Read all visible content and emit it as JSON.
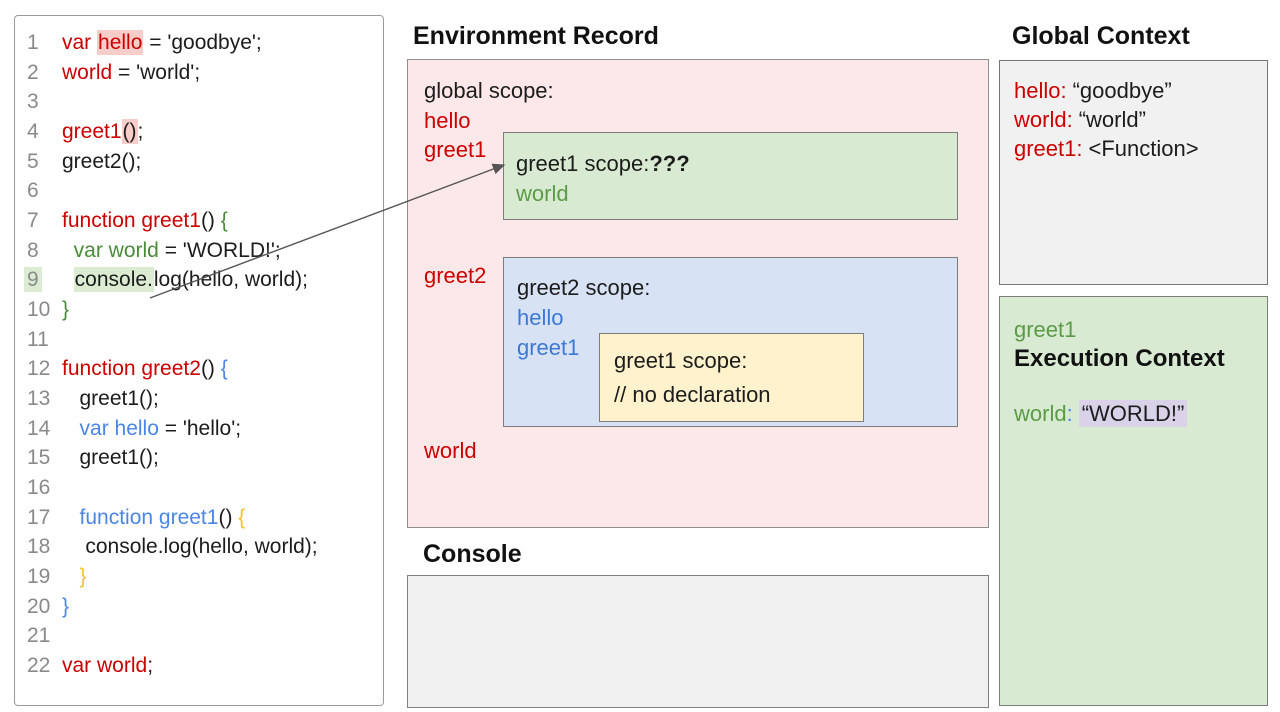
{
  "colors": {
    "red": "#cc0000",
    "code_green": "#4a8b3a",
    "code_blue": "#4a86e8",
    "brace_orange": "#f1c232",
    "box_green_name": "#5b9b46",
    "box_blue_name": "#3c78d8",
    "pink_panel_bg": "#fce8e8",
    "green_scope_bg": "#d9ead3",
    "blue_scope_bg": "#d7e3f4",
    "yellow_scope_bg": "#fff2cc",
    "gray_panel_bg": "#f1f1f1",
    "pink_highlight": "#f7cdc9",
    "green_highlight": "#dcecd3",
    "lavender_highlight": "#d9d2e9"
  },
  "code_panel": {
    "lines": [
      {
        "num": "1",
        "segs": [
          {
            "t": "var ",
            "c": "red"
          },
          {
            "t": "hello",
            "c": "red",
            "bg": "pink"
          },
          {
            "t": " = 'goodbye';"
          }
        ]
      },
      {
        "num": "2",
        "segs": [
          {
            "t": "world",
            "c": "red"
          },
          {
            "t": " = 'world';"
          }
        ]
      },
      {
        "num": "3",
        "segs": []
      },
      {
        "num": "4",
        "segs": [
          {
            "t": "greet1",
            "c": "red"
          },
          {
            "t": "()",
            "bg": "pink"
          },
          {
            "t": ";"
          }
        ]
      },
      {
        "num": "5",
        "segs": [
          {
            "t": "greet2();"
          }
        ]
      },
      {
        "num": "6",
        "segs": []
      },
      {
        "num": "7",
        "segs": [
          {
            "t": "function greet1",
            "c": "red"
          },
          {
            "t": "() "
          },
          {
            "t": "{",
            "c": "cgreen"
          }
        ]
      },
      {
        "num": "8",
        "segs": [
          {
            "t": "  "
          },
          {
            "t": "var world",
            "c": "cgreen"
          },
          {
            "t": " = 'WORLD!';"
          }
        ]
      },
      {
        "num": "9",
        "numBg": "green",
        "segs": [
          {
            "t": "  "
          },
          {
            "t": "console.",
            "bg": "green"
          },
          {
            "t": "log(hello, world);"
          }
        ]
      },
      {
        "num": "10",
        "segs": [
          {
            "t": "}",
            "c": "cgreen"
          }
        ]
      },
      {
        "num": "11",
        "segs": []
      },
      {
        "num": "12",
        "segs": [
          {
            "t": "function greet2",
            "c": "red"
          },
          {
            "t": "() "
          },
          {
            "t": "{",
            "c": "cblue"
          }
        ]
      },
      {
        "num": "13",
        "segs": [
          {
            "t": "   greet1();"
          }
        ]
      },
      {
        "num": "14",
        "segs": [
          {
            "t": "   "
          },
          {
            "t": "var hello",
            "c": "cblue"
          },
          {
            "t": " = 'hello';"
          }
        ]
      },
      {
        "num": "15",
        "segs": [
          {
            "t": "   greet1();"
          }
        ]
      },
      {
        "num": "16",
        "segs": []
      },
      {
        "num": "17",
        "segs": [
          {
            "t": "   "
          },
          {
            "t": "function greet1",
            "c": "cblue"
          },
          {
            "t": "() "
          },
          {
            "t": "{",
            "c": "orange"
          }
        ]
      },
      {
        "num": "18",
        "segs": [
          {
            "t": "    console.log(hello, world);"
          }
        ]
      },
      {
        "num": "19",
        "segs": [
          {
            "t": "   "
          },
          {
            "t": "}",
            "c": "orange"
          }
        ]
      },
      {
        "num": "20",
        "segs": [
          {
            "t": "}",
            "c": "cblue"
          }
        ]
      },
      {
        "num": "21",
        "segs": []
      },
      {
        "num": "22",
        "segs": [
          {
            "t": "var world",
            "c": "red"
          },
          {
            "t": ";"
          }
        ]
      }
    ]
  },
  "environment_record": {
    "title": "Environment Record",
    "global_scope_label": "global scope:",
    "hello": "hello",
    "greet1": "greet1",
    "greet2": "greet2",
    "world": "world",
    "greet1_scope": {
      "title": "greet1 scope:",
      "question": "???",
      "world": "world"
    },
    "greet2_scope": {
      "title": "greet2 scope:",
      "hello": "hello",
      "greet1": "greet1",
      "inner_greet1_scope": {
        "title": "greet1 scope:",
        "comment": "// no declaration"
      }
    }
  },
  "console_section": {
    "title": "Console"
  },
  "global_context": {
    "title": "Global Context",
    "entries": [
      {
        "name": "hello:",
        "value": "“goodbye”"
      },
      {
        "name": "world:",
        "value": "“world”"
      },
      {
        "name": "greet1:",
        "value": "<Function>"
      }
    ]
  },
  "execution_context": {
    "function_name": "greet1",
    "title": "Execution Context",
    "variable": "world",
    "colon": ":",
    "value": "“WORLD!”"
  }
}
